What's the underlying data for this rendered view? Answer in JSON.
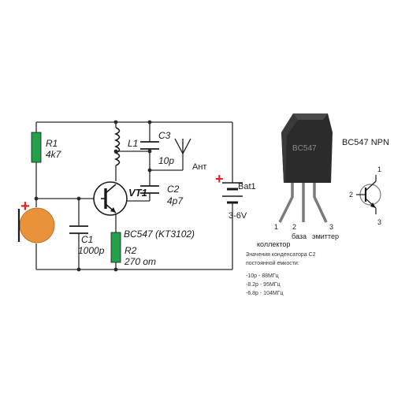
{
  "colors": {
    "wire": "#2a2a2a",
    "resistor": "#22a04a",
    "transistor": "#1a1a1a",
    "microphone": "#e8923a",
    "positive": "#e02020",
    "pinout_text": "#333333"
  },
  "circuit": {
    "r1": {
      "name": "R1",
      "value": "4k7"
    },
    "r2": {
      "name": "R2",
      "value": "270 om"
    },
    "l1": {
      "name": "L1"
    },
    "c1": {
      "name": "C1",
      "value": "1000p"
    },
    "c2": {
      "name": "C2",
      "value": "4p7"
    },
    "c3": {
      "name": "C3",
      "value": "10p"
    },
    "vt1": {
      "name": "VT1",
      "part": "BC547 (KT3102)"
    },
    "antenna": {
      "label": "Ант"
    },
    "battery": {
      "name": "Bat1",
      "voltage": "3-6V"
    },
    "mic_plus": "+",
    "bat_plus": "+"
  },
  "pinout": {
    "title": "BC547 NPN",
    "package_text": "BC547",
    "pins": [
      {
        "num": "1",
        "name": "коллектор"
      },
      {
        "num": "2",
        "name": "база"
      },
      {
        "num": "3",
        "name": "эмиттер"
      }
    ],
    "symbol_pins": [
      "1",
      "2",
      "3"
    ]
  },
  "notes": {
    "heading_line1": "Значения конденсатора С2",
    "heading_line2": "постоянной емкости:",
    "items": [
      "-10p - 88МГц",
      "-8.2p - 95МГц",
      "-6.8p - 104МГц"
    ]
  }
}
